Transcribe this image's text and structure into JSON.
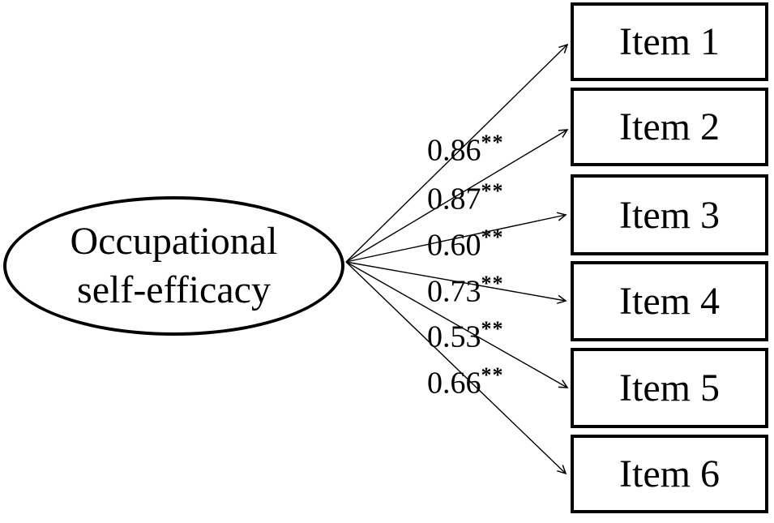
{
  "diagram": {
    "type": "factor-loading-path-diagram",
    "background_color": "#ffffff",
    "stroke_color": "#000000",
    "latent": {
      "label_line1": "Occupational",
      "label_line2": "self-efficacy"
    },
    "items": [
      {
        "label": "Item 1"
      },
      {
        "label": "Item 2"
      },
      {
        "label": "Item 3"
      },
      {
        "label": "Item 4"
      },
      {
        "label": "Item 5"
      },
      {
        "label": "Item 6"
      }
    ],
    "loadings": [
      {
        "value": "0.86",
        "sig": "**"
      },
      {
        "value": "0.87",
        "sig": "**"
      },
      {
        "value": "0.60",
        "sig": "**"
      },
      {
        "value": "0.73",
        "sig": "**"
      },
      {
        "value": "0.53",
        "sig": "**"
      },
      {
        "value": "0.66",
        "sig": "**"
      }
    ]
  }
}
